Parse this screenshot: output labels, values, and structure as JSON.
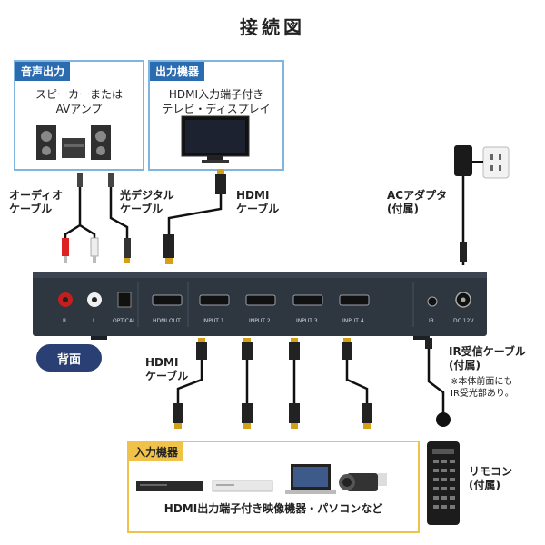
{
  "title": "接続図",
  "audio_box": {
    "heading": "音声出力",
    "line1": "スピーカーまたは",
    "line2": "AVアンプ"
  },
  "display_box": {
    "heading": "出力機器",
    "line1": "HDMI入力端子付き",
    "line2": "テレビ・ディスプレイ"
  },
  "labels": {
    "audio_cable_1": "オーディオ",
    "audio_cable_2": "ケーブル",
    "optical_cable_1": "光デジタル",
    "optical_cable_2": "ケーブル",
    "hdmi_top_1": "HDMI",
    "hdmi_top_2": "ケーブル",
    "ac_adapter_1": "ACアダプタ",
    "ac_adapter_2": "(付属)",
    "hdmi_bottom_1": "HDMI",
    "hdmi_bottom_2": "ケーブル",
    "ir_cable_1": "IR受信ケーブル",
    "ir_cable_2": "(付属)",
    "ir_note_1": "※本体前面にも",
    "ir_note_2": "IR受光部あり。",
    "remote_1": "リモコン",
    "remote_2": "(付属)"
  },
  "rear_label": "背面",
  "ports": {
    "r": "R",
    "l": "L",
    "optical": "OPTICAL",
    "hdmi_out": "HDMI OUT",
    "input1": "INPUT 1",
    "input2": "INPUT 2",
    "input3": "INPUT 3",
    "input4": "INPUT 4",
    "ir": "IR",
    "dc": "DC 12V"
  },
  "input_box": {
    "heading": "入力機器",
    "caption": "HDMI出力端子付き映像機器・パソコンなど"
  },
  "colors": {
    "box_border_blue": "#7fb5df",
    "heading_blue": "#2b6cb0",
    "heading_yellow": "#f0c24a",
    "device_body": "#2e3640",
    "rear_pill": "#2a3f73"
  }
}
